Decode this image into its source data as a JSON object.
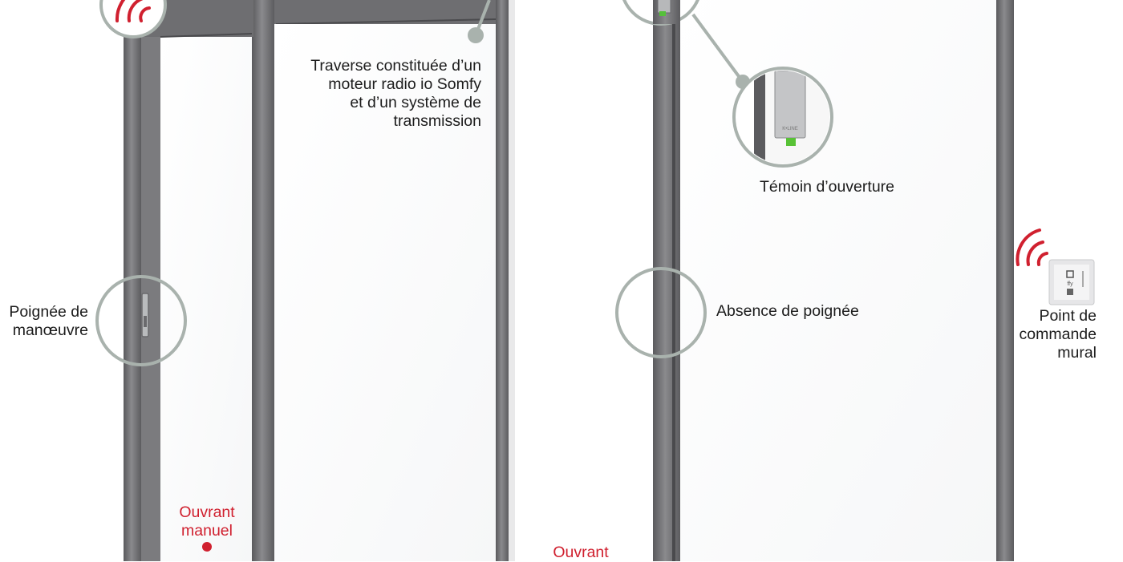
{
  "colors": {
    "frame": "#6e6e71",
    "frame_dark": "#4a4a4d",
    "frame_light": "#9a9a9d",
    "callout": "#a9b2ad",
    "accent_red": "#d0202f",
    "text": "#1c1c1c"
  },
  "icons": {
    "wifi_top_left": "radio-signal-icon",
    "wifi_wall_switch": "radio-signal-icon",
    "wall_switch": "wall-switch-icon",
    "handle": "door-handle-icon",
    "indicator": "opening-indicator-icon"
  },
  "callouts": {
    "traverse": {
      "lines": [
        "Traverse constituée d’un",
        "moteur radio io Somfy",
        "et d’un système de",
        "transmission"
      ]
    },
    "temoin": {
      "lines": [
        "Témoin d’ouverture"
      ]
    },
    "poignee": {
      "lines": [
        "Poignée de",
        "manœuvre"
      ]
    },
    "absence": {
      "lines": [
        "Absence de poignée"
      ]
    },
    "point_commande": {
      "lines": [
        "Point de",
        "commande",
        "mural"
      ]
    },
    "ouvrant_manuel": {
      "lines": [
        "Ouvrant",
        "manuel"
      ]
    },
    "ouvrant_motorise": {
      "lines": [
        "Ouvrant"
      ]
    }
  },
  "indicator_brand": "K•LINE"
}
